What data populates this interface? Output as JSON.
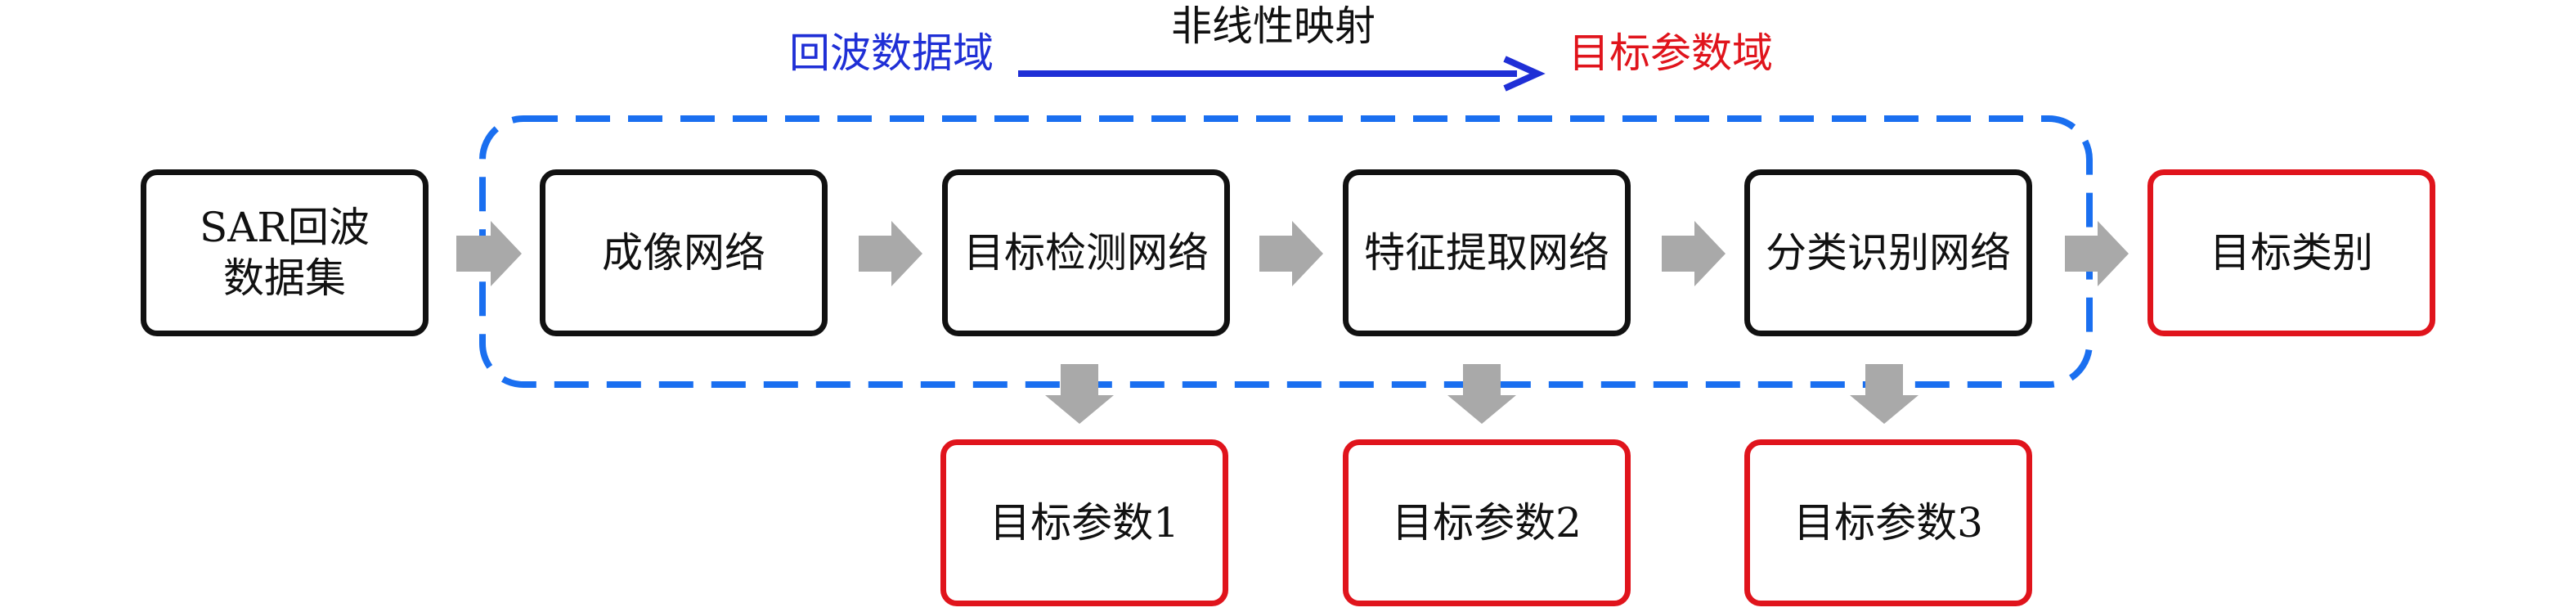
{
  "header": {
    "source_domain": "回波数据域",
    "mapping_label": "非线性映射",
    "target_domain": "目标参数域"
  },
  "colors": {
    "source_domain": "#1f2fd6",
    "target_domain": "#e0141c",
    "dashed_region": "#1a6ff0",
    "flow_arrow": "#a9a9a9",
    "box_border": "#111111",
    "output_border": "#e0141c"
  },
  "pipeline": {
    "input": "SAR回波\n数据集",
    "stages": [
      "成像网络",
      "目标检测网络",
      "特征提取网络",
      "分类识别网络"
    ],
    "output": "目标类别"
  },
  "parameters": [
    "目标参数1",
    "目标参数2",
    "目标参数3"
  ]
}
